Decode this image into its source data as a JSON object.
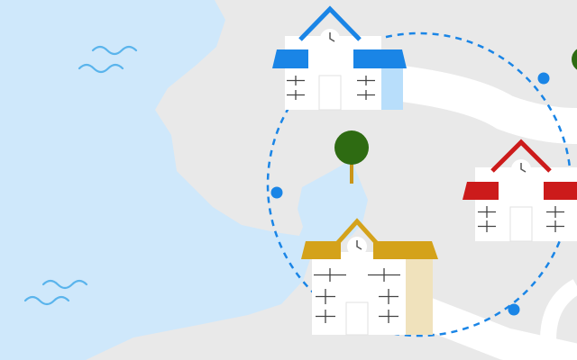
{
  "illustration": {
    "kind": "flat campus map illustration",
    "has_text": false
  },
  "colors": {
    "land": "#e9e9e9",
    "water": "#cfe8fb",
    "wave": "#5ab4ec",
    "road": "#ffffff",
    "route": "#1a85e6",
    "tree_leaf": "#2e6b12",
    "tree_trunk": "#c9951a",
    "wall": "#ffffff",
    "window_line": "#444444",
    "clock_hand": "#555555",
    "blue_roof": "#1a85e6",
    "blue_annex": "#b8defb",
    "red_roof": "#cc1b1b",
    "gold_roof": "#d4a21a",
    "gold_annex": "#f0e2bc"
  },
  "buildings": [
    {
      "name": "blue-school",
      "roof_color": "blue_roof",
      "annex_color": "blue_annex",
      "has_clock": true
    },
    {
      "name": "red-school",
      "roof_color": "red_roof",
      "annex_color": null,
      "has_clock": true
    },
    {
      "name": "gold-school",
      "roof_color": "gold_roof",
      "annex_color": "gold_annex",
      "has_clock": true
    }
  ],
  "route": {
    "style": "dashed circle",
    "waypoint_count": 3
  },
  "icons": [
    "wave-icon",
    "tree-icon",
    "clock-icon",
    "window-icon",
    "door-icon"
  ]
}
